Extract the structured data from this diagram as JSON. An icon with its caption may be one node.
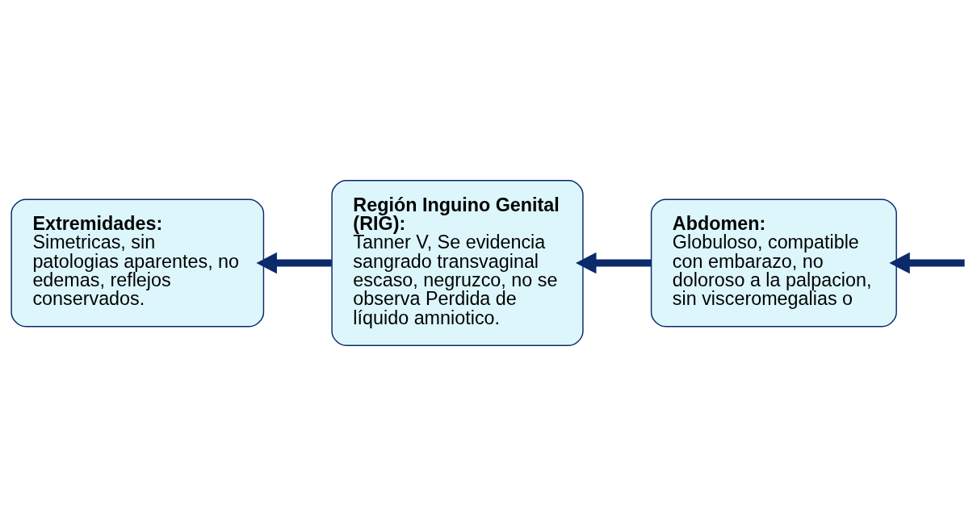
{
  "diagram": {
    "nodes": [
      {
        "text": [
          "Extremidades:",
          "Simetricas, sin patologias aparentes, no edemas, reflejos conservados."
        ]
      },
      {
        "text": [
          "Región Inguino Genital (RIG):",
          "Tanner V, Se evidencia sangrado transvaginal escaso, negruzco, no se observa Perdida de líquido amniotico."
        ]
      },
      {
        "text": [
          "Abdomen:",
          "Globuloso, compatible con embarazo, no doloroso a la palpacion, sin visceromegalias o"
        ]
      }
    ],
    "edges": [
      {
        "from": null,
        "to": 2,
        "arrow": "to"
      },
      {
        "from": 2,
        "to": 1,
        "arrow": "to"
      },
      {
        "from": 1,
        "to": 0,
        "arrow": "to"
      }
    ]
  }
}
